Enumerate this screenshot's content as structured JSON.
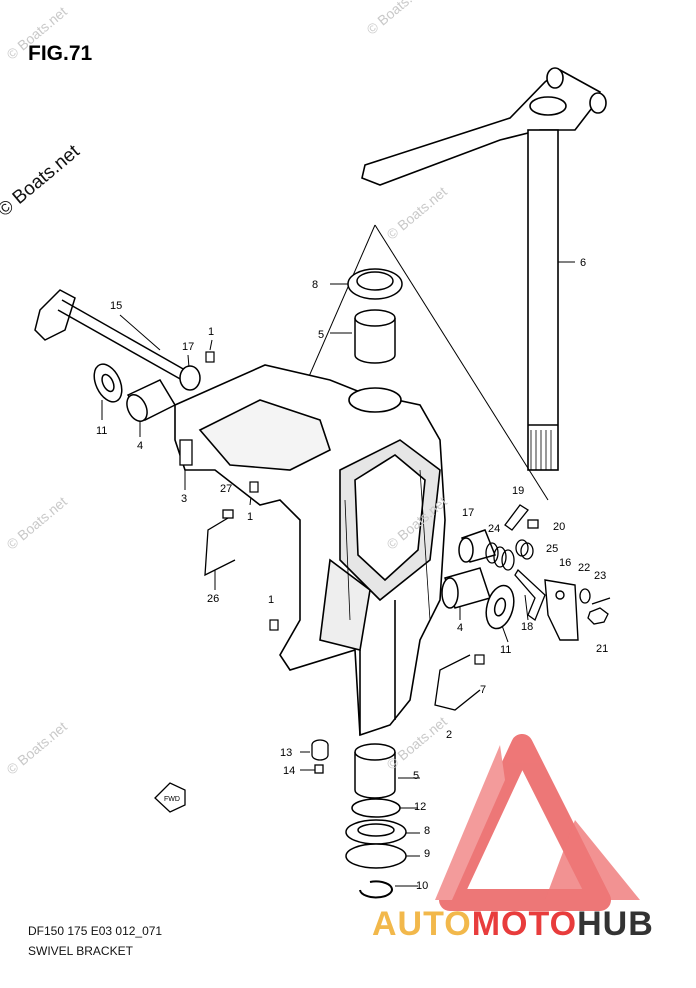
{
  "header": {
    "figure": "FIG.71"
  },
  "footer": {
    "model": "DF150 175 E03 012_071",
    "title": "SWIVEL BRACKET"
  },
  "watermark": {
    "text": "© Boats.net",
    "short": "© Boats.net"
  },
  "brand": {
    "part1": "AUTO",
    "part2": "MOTO",
    "part3": "HUB",
    "colors": {
      "auto": "#f2b84b",
      "moto": "#e83c3c",
      "hub": "#333333",
      "logo": "#e84a4a"
    }
  },
  "fwd_label": "FWD",
  "callouts": [
    {
      "id": "c6",
      "label": "6"
    },
    {
      "id": "c8a",
      "label": "8"
    },
    {
      "id": "c5a",
      "label": "5"
    },
    {
      "id": "c15",
      "label": "15"
    },
    {
      "id": "c1a",
      "label": "1"
    },
    {
      "id": "c17a",
      "label": "17"
    },
    {
      "id": "c11a",
      "label": "11"
    },
    {
      "id": "c4a",
      "label": "4"
    },
    {
      "id": "c3",
      "label": "3"
    },
    {
      "id": "c27",
      "label": "27"
    },
    {
      "id": "c1b",
      "label": "1"
    },
    {
      "id": "c26",
      "label": "26"
    },
    {
      "id": "c19",
      "label": "19"
    },
    {
      "id": "c20",
      "label": "20"
    },
    {
      "id": "c17b",
      "label": "17"
    },
    {
      "id": "c24",
      "label": "24"
    },
    {
      "id": "c25",
      "label": "25"
    },
    {
      "id": "c16",
      "label": "16"
    },
    {
      "id": "c22",
      "label": "22"
    },
    {
      "id": "c23",
      "label": "23"
    },
    {
      "id": "c18",
      "label": "18"
    },
    {
      "id": "c21",
      "label": "21"
    },
    {
      "id": "c4b",
      "label": "4"
    },
    {
      "id": "c11b",
      "label": "11"
    },
    {
      "id": "c1c",
      "label": "1"
    },
    {
      "id": "c7",
      "label": "7"
    },
    {
      "id": "c2",
      "label": "2"
    },
    {
      "id": "c13",
      "label": "13"
    },
    {
      "id": "c14",
      "label": "14"
    },
    {
      "id": "c5b",
      "label": "5"
    },
    {
      "id": "c12",
      "label": "12"
    },
    {
      "id": "c8b",
      "label": "8"
    },
    {
      "id": "c9",
      "label": "9"
    },
    {
      "id": "c10",
      "label": "10"
    }
  ]
}
